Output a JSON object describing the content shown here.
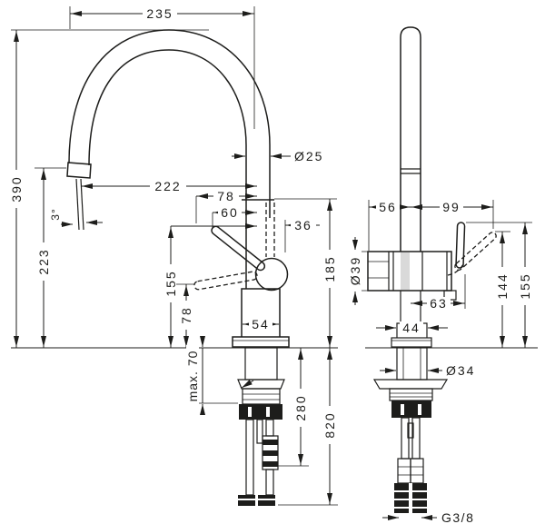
{
  "drawing": {
    "type_note": "faucet-installation-dimension-diagram",
    "background_color": "#ffffff",
    "line_color": "#1d1d1b",
    "front_view": {
      "overall_width": "235",
      "spout_height": "390",
      "outlet_height": "223",
      "spout_reach": "222",
      "handle_reach_up": "78",
      "handle_reach_mid": "60",
      "body_offset": "36",
      "spout_diameter": "Ø25",
      "joint_height": "185",
      "handle_tip_height": "155",
      "handle_low_height": "78",
      "body_width": "54",
      "max_mounting_thickness": "max. 70",
      "hose_length_short": "280",
      "hose_length_long": "820",
      "stream_angle": "3°"
    },
    "side_view": {
      "rear_clearance": "56",
      "front_reach": "99",
      "body_diameter": "Ø39",
      "handle_offset": "63",
      "handle_tilted_height": "144",
      "handle_up_height": "155",
      "shaft_width": "44",
      "shaft_diameter": "Ø34",
      "connection_thread": "G3/8"
    }
  }
}
